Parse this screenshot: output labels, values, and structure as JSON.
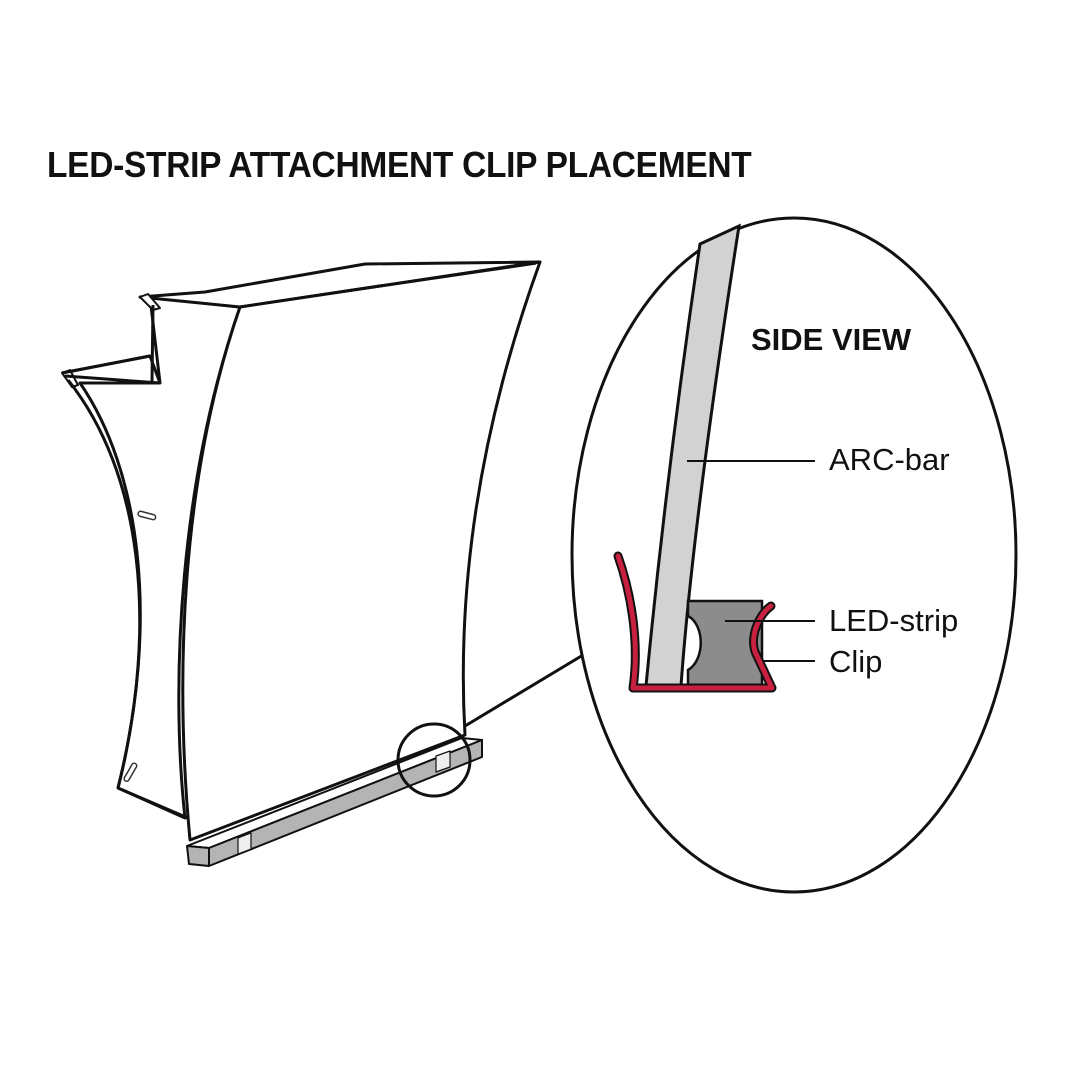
{
  "title": "LED-STRIP ATTACHMENT CLIP PLACEMENT",
  "detail": {
    "heading": "SIDE VIEW",
    "labels": {
      "arc_bar": "ARC-bar",
      "led_strip": "LED-strip",
      "clip": "Clip"
    }
  },
  "colors": {
    "outline": "#111111",
    "arc_bar_fill": "#d2d2d2",
    "led_strip_fill": "#8c8c8c",
    "clip_red": "#c8203f",
    "rail_fill": "#b4b4b4",
    "background": "#ffffff"
  }
}
